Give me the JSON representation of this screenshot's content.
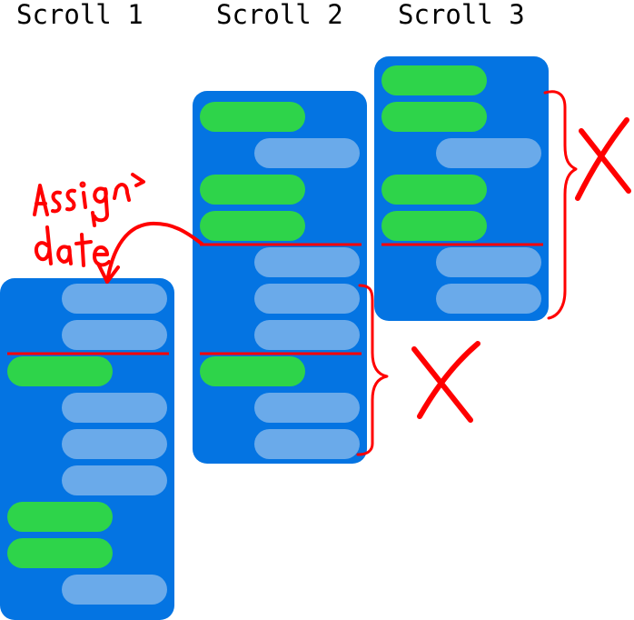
{
  "headers": {
    "scroll1": "Scroll 1",
    "scroll2": "Scroll 2",
    "scroll3": "Scroll 3"
  },
  "annotation": {
    "assign_date": "Assign date",
    "reject_mark_1": "X",
    "reject_mark_2": "X"
  },
  "colors": {
    "panel": "#0474e2",
    "green_bubble": "#2ed44a",
    "light_bubble": "#6aaaea",
    "ink": "#ff0000"
  },
  "scrolls": [
    {
      "name": "scroll-1",
      "rows": [
        "light",
        "light",
        "divider",
        "green",
        "light",
        "light",
        "light",
        "green",
        "green",
        "light"
      ]
    },
    {
      "name": "scroll-2",
      "rows": [
        "green",
        "light",
        "green",
        "green",
        "divider",
        "light",
        "light",
        "light",
        "divider",
        "green",
        "light",
        "light"
      ]
    },
    {
      "name": "scroll-3",
      "rows": [
        "green",
        "green",
        "light",
        "green",
        "green",
        "divider",
        "light",
        "light"
      ]
    }
  ]
}
